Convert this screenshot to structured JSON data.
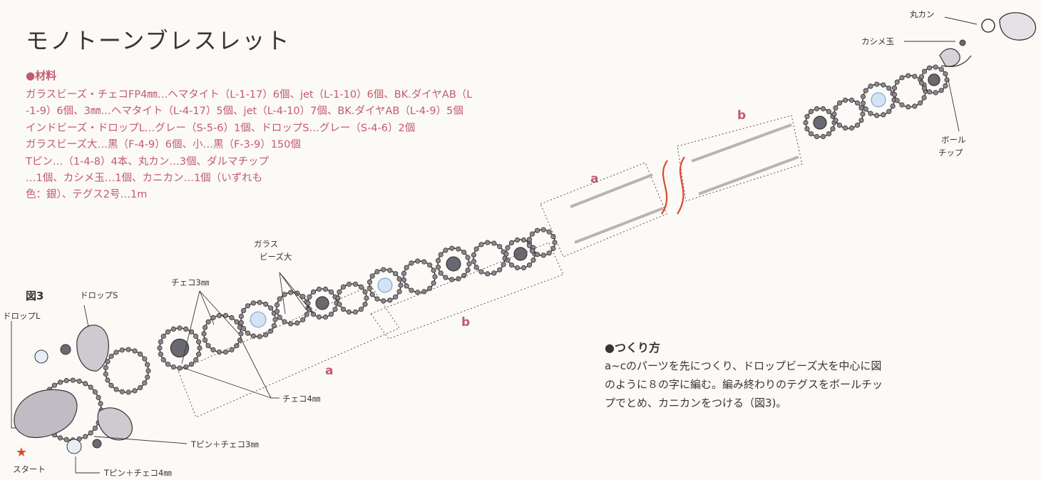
{
  "title": "モノトーンブレスレット",
  "materials": {
    "heading": "●材料",
    "lines": [
      "ガラスビーズ・チェコFP4㎜…ヘマタイト（L-1-17）6個、jet（L-1-10）6個、BK.ダイヤAB（L",
      "-1-9）6個、3㎜…ヘマタイト（L-4-17）5個、jet（L-4-10）7個、BK.ダイヤAB（L-4-9）5個",
      "インドビーズ・ドロップL…グレー（S-5-6）1個、ドロップS…グレー（S-4-6）2個",
      "ガラスビーズ大…黒（F-4-9）6個、小…黒（F-3-9）150個",
      "Tピン…（1-4-8）4本、丸カン…3個、ダルマチップ",
      "…1個、カシメ玉…1個、カニカン…1個（いずれも",
      "色：銀）、テグス2号…1m"
    ]
  },
  "figure": {
    "label": "図3",
    "callouts": {
      "drop_s": "ドロップS",
      "drop_l": "ドロップL",
      "start": "スタート",
      "czech_3mm": "チェコ3㎜",
      "glass_large_line1": "ガラス",
      "glass_large_line2": "ビーズ大",
      "czech_4mm": "チェコ4㎜",
      "tpin_czech_3mm": "Tピン＋チェコ3㎜",
      "tpin_czech_4mm": "Tピン＋チェコ4㎜",
      "jump_ring": "丸カン",
      "crimp_bead": "カシメ玉",
      "ball_tip_line1": "ボール",
      "ball_tip_line2": "チップ"
    },
    "segments": {
      "a_lower": "a",
      "b_lower": "b",
      "a_upper": "a",
      "b_upper": "b"
    }
  },
  "method": {
    "heading": "●つくり方",
    "lines": [
      "a~cのパーツを先につくり、ドロップビーズ大を中心に図",
      "のように８の字に編む。編み終わりのテグスをボールチッ",
      "プでとめ、カニカンをつける（図3)。"
    ]
  },
  "colors": {
    "accent": "#c35a6e",
    "text": "#3a3432",
    "bead_blue": "#7aa7d6",
    "break_mark": "#e0472e"
  }
}
